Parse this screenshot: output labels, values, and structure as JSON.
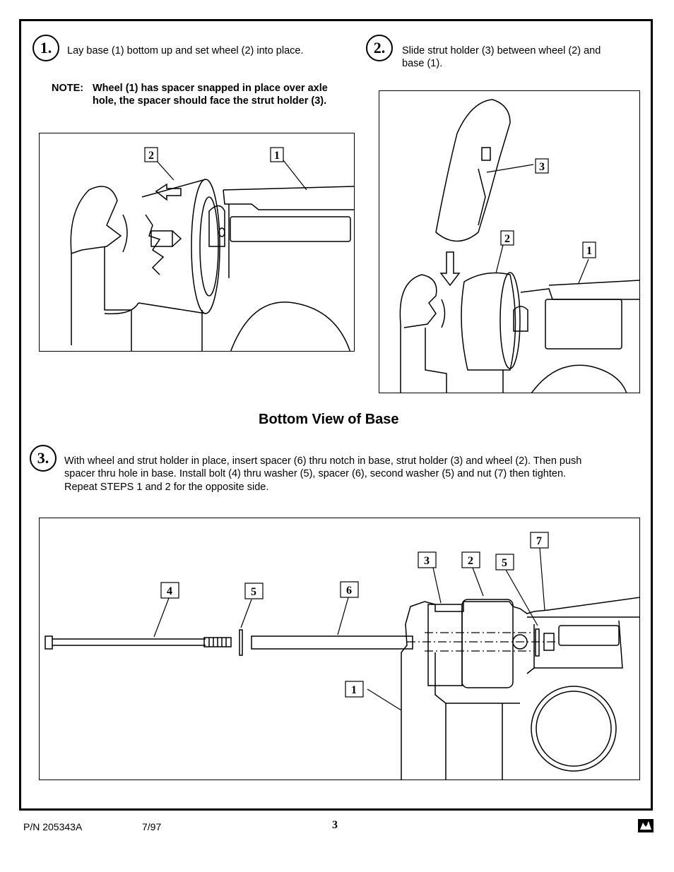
{
  "step1": {
    "number": "1.",
    "text": "Lay base (1) bottom up and set wheel (2) into place.",
    "note_label": "NOTE:",
    "note_line1": "Wheel (1) has spacer snapped in place over axle",
    "note_line2": "hole, the spacer should face the strut holder (3).",
    "callouts": [
      "2",
      "1"
    ]
  },
  "step2": {
    "number": "2.",
    "text_line1": "Slide strut holder (3) between wheel (2) and",
    "text_line2": "base (1).",
    "callouts": [
      "3",
      "2",
      "1"
    ]
  },
  "heading": "Bottom View of Base",
  "step3": {
    "number": "3.",
    "text_line1": "With wheel and strut holder in place, insert spacer (6) thru notch in base, strut holder (3) and wheel (2).  Then push",
    "text_line2": "spacer thru hole in base.  Install bolt (4) thru washer (5), spacer (6), second washer (5) and nut (7) then tighten.",
    "text_line3": "Repeat STEPS 1 and 2 for the opposite side.",
    "callouts": [
      "7",
      "3",
      "2",
      "5",
      "4",
      "5",
      "6",
      "1"
    ]
  },
  "footer": {
    "part_number": "P/N 205343A",
    "date": "7/97",
    "page": "3"
  }
}
